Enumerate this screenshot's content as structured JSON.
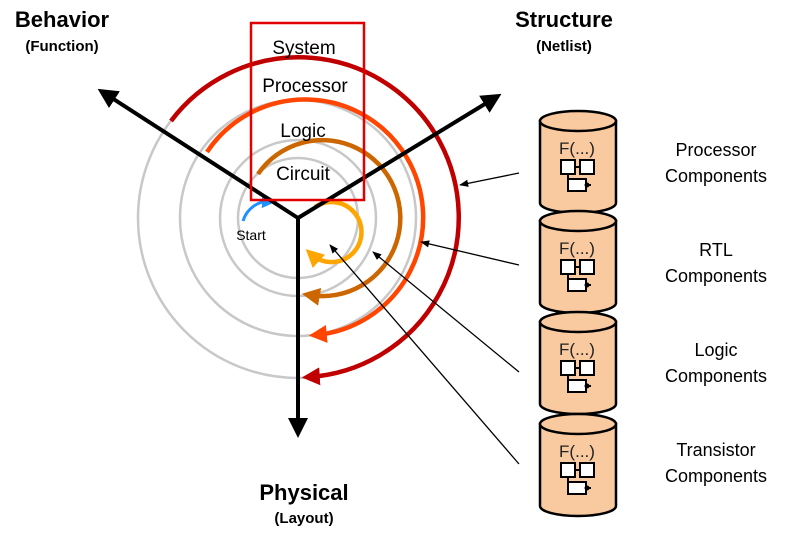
{
  "axes": {
    "behavior": {
      "title": "Behavior",
      "subtitle": "(Function)"
    },
    "structure": {
      "title": "Structure",
      "subtitle": "(Netlist)"
    },
    "physical": {
      "title": "Physical",
      "subtitle": "(Layout)"
    }
  },
  "levels": [
    "System",
    "Processor",
    "Logic",
    "Circuit"
  ],
  "start_label": "Start",
  "components": [
    {
      "line1": "Processor",
      "line2": "Components",
      "cylinder_text": "F(...)"
    },
    {
      "line1": "RTL",
      "line2": "Components",
      "cylinder_text": "F(...)"
    },
    {
      "line1": "Logic",
      "line2": "Components",
      "cylinder_text": "F(...)"
    },
    {
      "line1": "Transistor",
      "line2": "Components",
      "cylinder_text": "F(...)"
    }
  ],
  "colors": {
    "system_arc": "#c00000",
    "processor_arc": "#ff4500",
    "logic_arc": "#cc6600",
    "circuit_arc": "#ffa500",
    "start_arc": "#1e90ff",
    "circle_gray": "#c8c8c8",
    "highlight_box": "#e00000",
    "cylinder_fill": "#f9c9a0"
  }
}
